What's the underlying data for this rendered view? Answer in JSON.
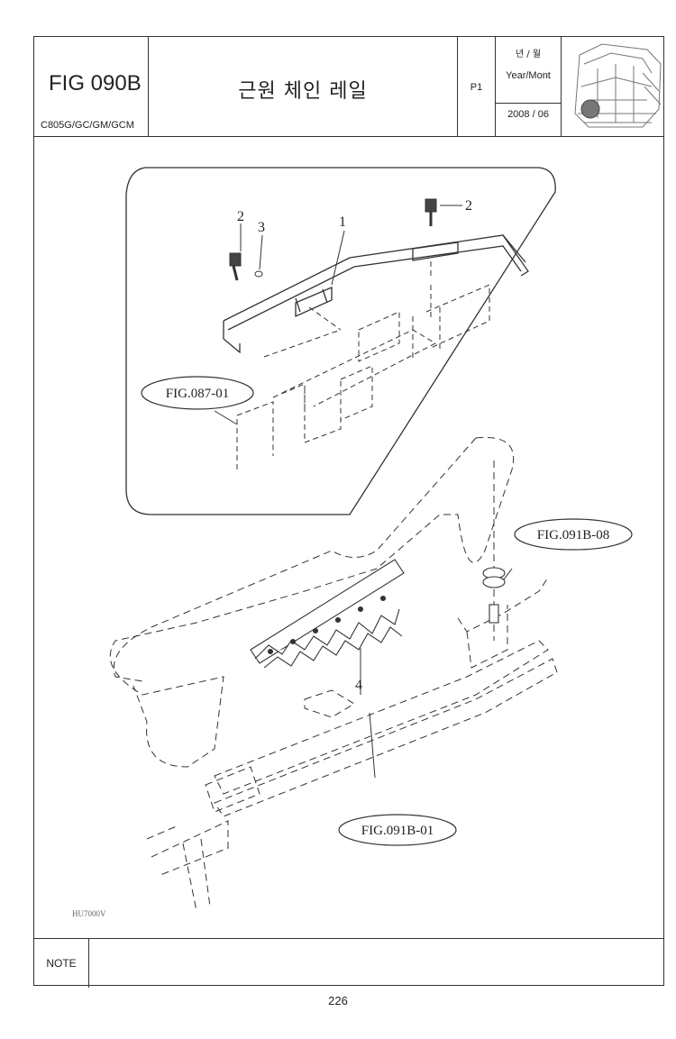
{
  "header": {
    "fig_code": "FIG 090B",
    "models": "C805G/GC/GM/GCM",
    "title": "근원 체인 레일",
    "page_ref": "P1",
    "year_month_kr": "년 / 월",
    "year_month_en": "Year/Mont",
    "date": "2008 / 06"
  },
  "drawing": {
    "callouts": [
      "1",
      "2",
      "2",
      "3",
      "4"
    ],
    "references": [
      "FIG.087-01",
      "FIG.091B-08",
      "FIG.091B-01"
    ],
    "drawing_code": "HU7000V"
  },
  "footer": {
    "note_label": "NOTE",
    "page_number": "226"
  }
}
